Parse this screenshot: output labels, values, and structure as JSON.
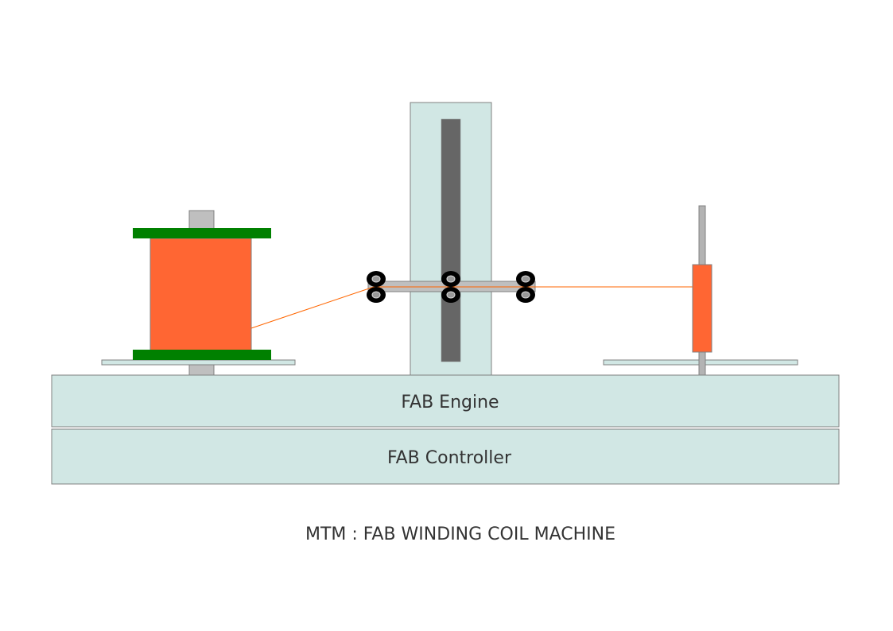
{
  "diagram": {
    "title": "MTM : FAB WINDING COIL MACHINE",
    "engine_label": "FAB Engine",
    "controller_label": "FAB Controller",
    "components": [
      "source-spool",
      "wire-guide-column",
      "guide-rollers",
      "target-coil-spindle"
    ]
  },
  "colors": {
    "base_fill": "#d1e7e4",
    "outline": "#808080",
    "spool_orange": "#ff6633",
    "flange_green": "#008000",
    "shaft_grey": "#bfbfbf",
    "slot_dark": "#666666",
    "wire": "#ff6600",
    "roller": "#000000"
  }
}
